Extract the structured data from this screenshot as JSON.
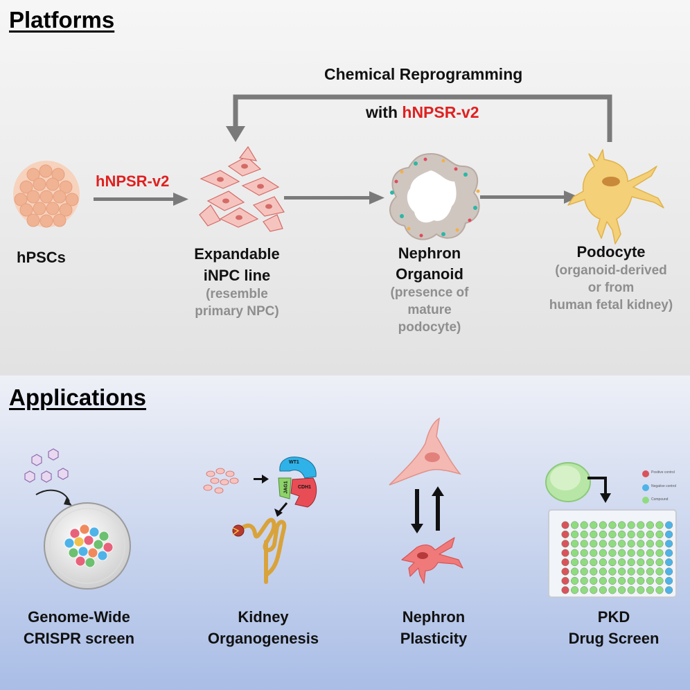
{
  "platforms": {
    "heading": "Platforms",
    "reprogramming": {
      "line1": "Chemical Reprogramming",
      "with": "with",
      "factor": "hNPSR-v2"
    },
    "step1_factor": "hNPSR-v2",
    "stages": [
      {
        "title_lines": [
          "hPSCs"
        ],
        "note_lines": []
      },
      {
        "title_lines": [
          "Expandable",
          "iNPC line"
        ],
        "note_lines": [
          "(resemble",
          "primary NPC)"
        ]
      },
      {
        "title_lines": [
          "Nephron",
          "Organoid"
        ],
        "note_lines": [
          "(presence of",
          "mature",
          "podocyte)"
        ]
      },
      {
        "title_lines": [
          "Podocyte"
        ],
        "note_lines": [
          "(organoid-derived",
          "or from",
          "human fetal kidney)"
        ]
      }
    ]
  },
  "applications": {
    "heading": "Applications",
    "items": [
      {
        "lines": [
          "Genome-Wide",
          "CRISPR screen"
        ]
      },
      {
        "lines": [
          "Kidney",
          "Organogenesis"
        ]
      },
      {
        "lines": [
          "Nephron",
          "Plasticity"
        ]
      },
      {
        "lines": [
          "PKD",
          "Drug Screen"
        ]
      }
    ],
    "organogenesis_labels": {
      "wt1": "WT1",
      "jag1": "JAG1",
      "cdh1": "CDH1"
    },
    "plate_legend": [
      "Positive control",
      "Negative control",
      "Compound"
    ]
  },
  "colors": {
    "factor_red": "#e02020",
    "arrow_gray": "#7a7a7a",
    "platform_bg": "#ececec",
    "application_bg_top": "#eef0f7",
    "application_bg_bottom": "#a9bde6",
    "cell_pink": "#f2b8b3",
    "podocyte_yellow": "#f4d078",
    "positive_control": "#d9535b",
    "negative_control": "#4fb3e8",
    "compound": "#8fdc7f"
  }
}
